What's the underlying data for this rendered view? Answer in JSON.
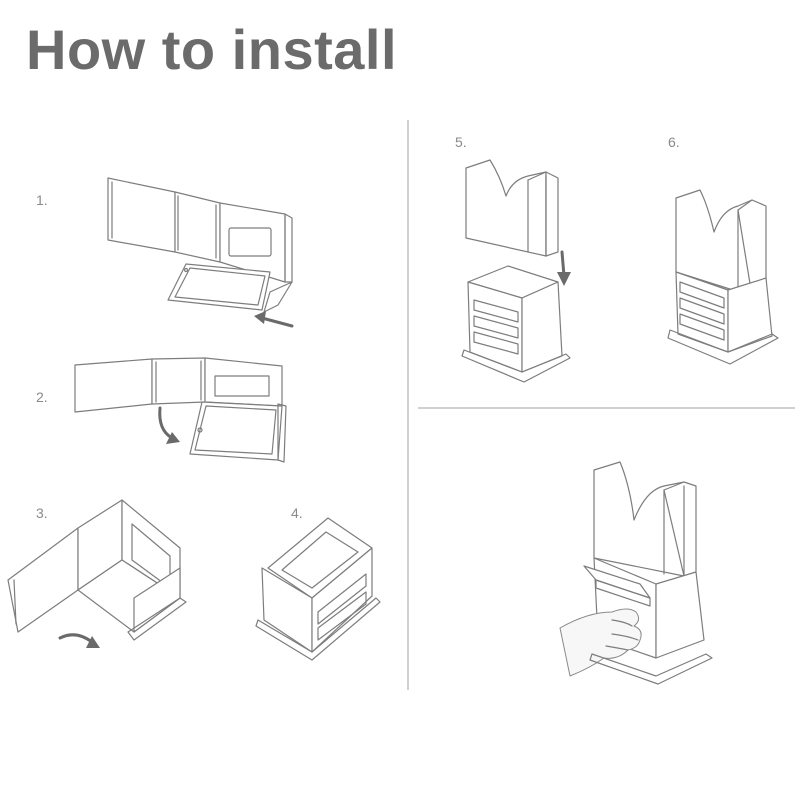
{
  "title": "How to install",
  "steps": [
    {
      "label": "1."
    },
    {
      "label": "2."
    },
    {
      "label": "3."
    },
    {
      "label": "4."
    },
    {
      "label": "5."
    },
    {
      "label": "6."
    }
  ],
  "colors": {
    "title": "#6b6b6b",
    "line_art": "#7d7d7d",
    "divider": "#b5b5b5",
    "arrow": "#6a6a6a",
    "step_label": "#8a8a8a"
  }
}
